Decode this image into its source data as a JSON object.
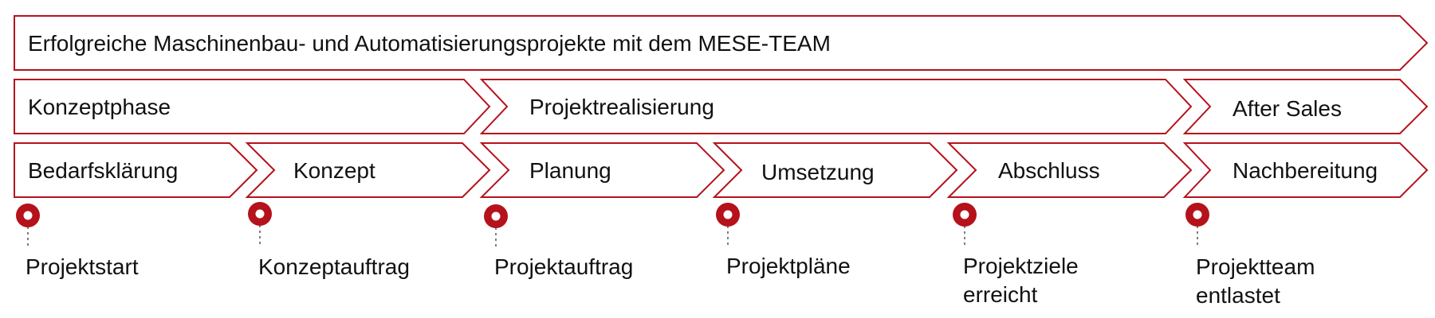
{
  "header": {
    "label": "Erfolgreiche Maschinenbau- und Automatisierungsprojekte mit dem MESE-TEAM"
  },
  "phases": [
    {
      "label": "Konzeptphase"
    },
    {
      "label": "Projektrealisierung"
    },
    {
      "label": "After Sales"
    }
  ],
  "steps": [
    {
      "label": "Bedarfsklärung"
    },
    {
      "label": "Konzept"
    },
    {
      "label": "Planung"
    },
    {
      "label": "Umsetzung"
    },
    {
      "label": "Abschluss"
    },
    {
      "label": "Nachbereitung"
    }
  ],
  "milestones": [
    {
      "line1": "Projektstart",
      "line2": ""
    },
    {
      "line1": "Konzeptauftrag",
      "line2": ""
    },
    {
      "line1": "Projektauftrag",
      "line2": ""
    },
    {
      "line1": "Projektpläne",
      "line2": ""
    },
    {
      "line1": "Projektziele",
      "line2": "erreicht"
    },
    {
      "line1": "Projektteam",
      "line2": "entlastet"
    }
  ],
  "colors": {
    "accent": "#b5121b",
    "text": "#111111",
    "background": "#ffffff"
  }
}
